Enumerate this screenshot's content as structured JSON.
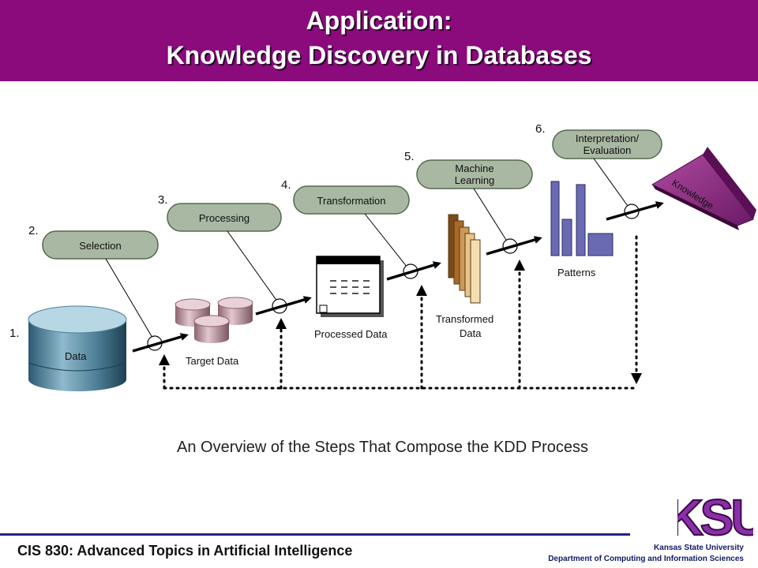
{
  "header": {
    "title_line1": "Application:",
    "title_line2": "Knowledge Discovery in Databases",
    "background": "#8b0a7c"
  },
  "diagram": {
    "steps": [
      {
        "number": "1.",
        "label": "Data"
      },
      {
        "number": "2.",
        "label": "Selection"
      },
      {
        "number": "3.",
        "label": "Processing"
      },
      {
        "number": "4.",
        "label": "Transformation"
      },
      {
        "number": "5.",
        "label_line1": "Machine",
        "label_line2": "Learning"
      },
      {
        "number": "6.",
        "label_line1": "Interpretation/",
        "label_line2": "Evaluation"
      }
    ],
    "artifacts": {
      "target_data": "Target Data",
      "processed_data": "Processed Data",
      "transformed_data_line1": "Transformed",
      "transformed_data_line2": "Data",
      "patterns": "Patterns",
      "knowledge": "Knowledge"
    },
    "caption": "An Overview of the Steps That Compose the KDD Process"
  },
  "footer": {
    "course": "CIS 830: Advanced Topics in Artificial Intelligence",
    "university": "Kansas State University",
    "department": "Department of Computing and Information Sciences",
    "logo_text": "KSU",
    "logo_color": "#8b2fa8"
  }
}
